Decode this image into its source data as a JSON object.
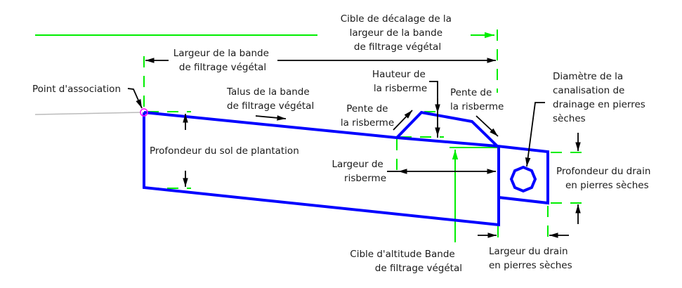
{
  "labels": {
    "offset_target": [
      "Cible de décalage de la",
      "largeur de la bande",
      "de filtrage végétal"
    ],
    "strip_width": [
      "Largeur de la bande",
      "de filtrage végétal"
    ],
    "attachment_point": [
      "Point d'association"
    ],
    "strip_slope": [
      "Talus de la bande",
      "de filtrage végétal"
    ],
    "berm_height": [
      "Hauteur de",
      "la risberme"
    ],
    "berm_slope_left": [
      "Pente de",
      "la risberme"
    ],
    "berm_slope_right": [
      "Pente de",
      "la risberme"
    ],
    "pipe_diameter": [
      "Diamètre de la",
      "canalisation de",
      "drainage en pierres",
      "sèches"
    ],
    "soil_depth": [
      "Profondeur du sol de plantation"
    ],
    "berm_width": [
      "Largeur de",
      "risberme"
    ],
    "drain_depth": [
      "Profondeur du drain",
      "en pierres sèches"
    ],
    "elevation_target": [
      "Cible d'altitude Bande",
      "de filtrage végétal"
    ],
    "drain_width": [
      "Largeur du drain",
      "en pierres sèches"
    ]
  },
  "colors": {
    "structure": "#0000ff",
    "target": "#00ee00",
    "attachment": "#ff00ff",
    "dimension": "#000000"
  }
}
